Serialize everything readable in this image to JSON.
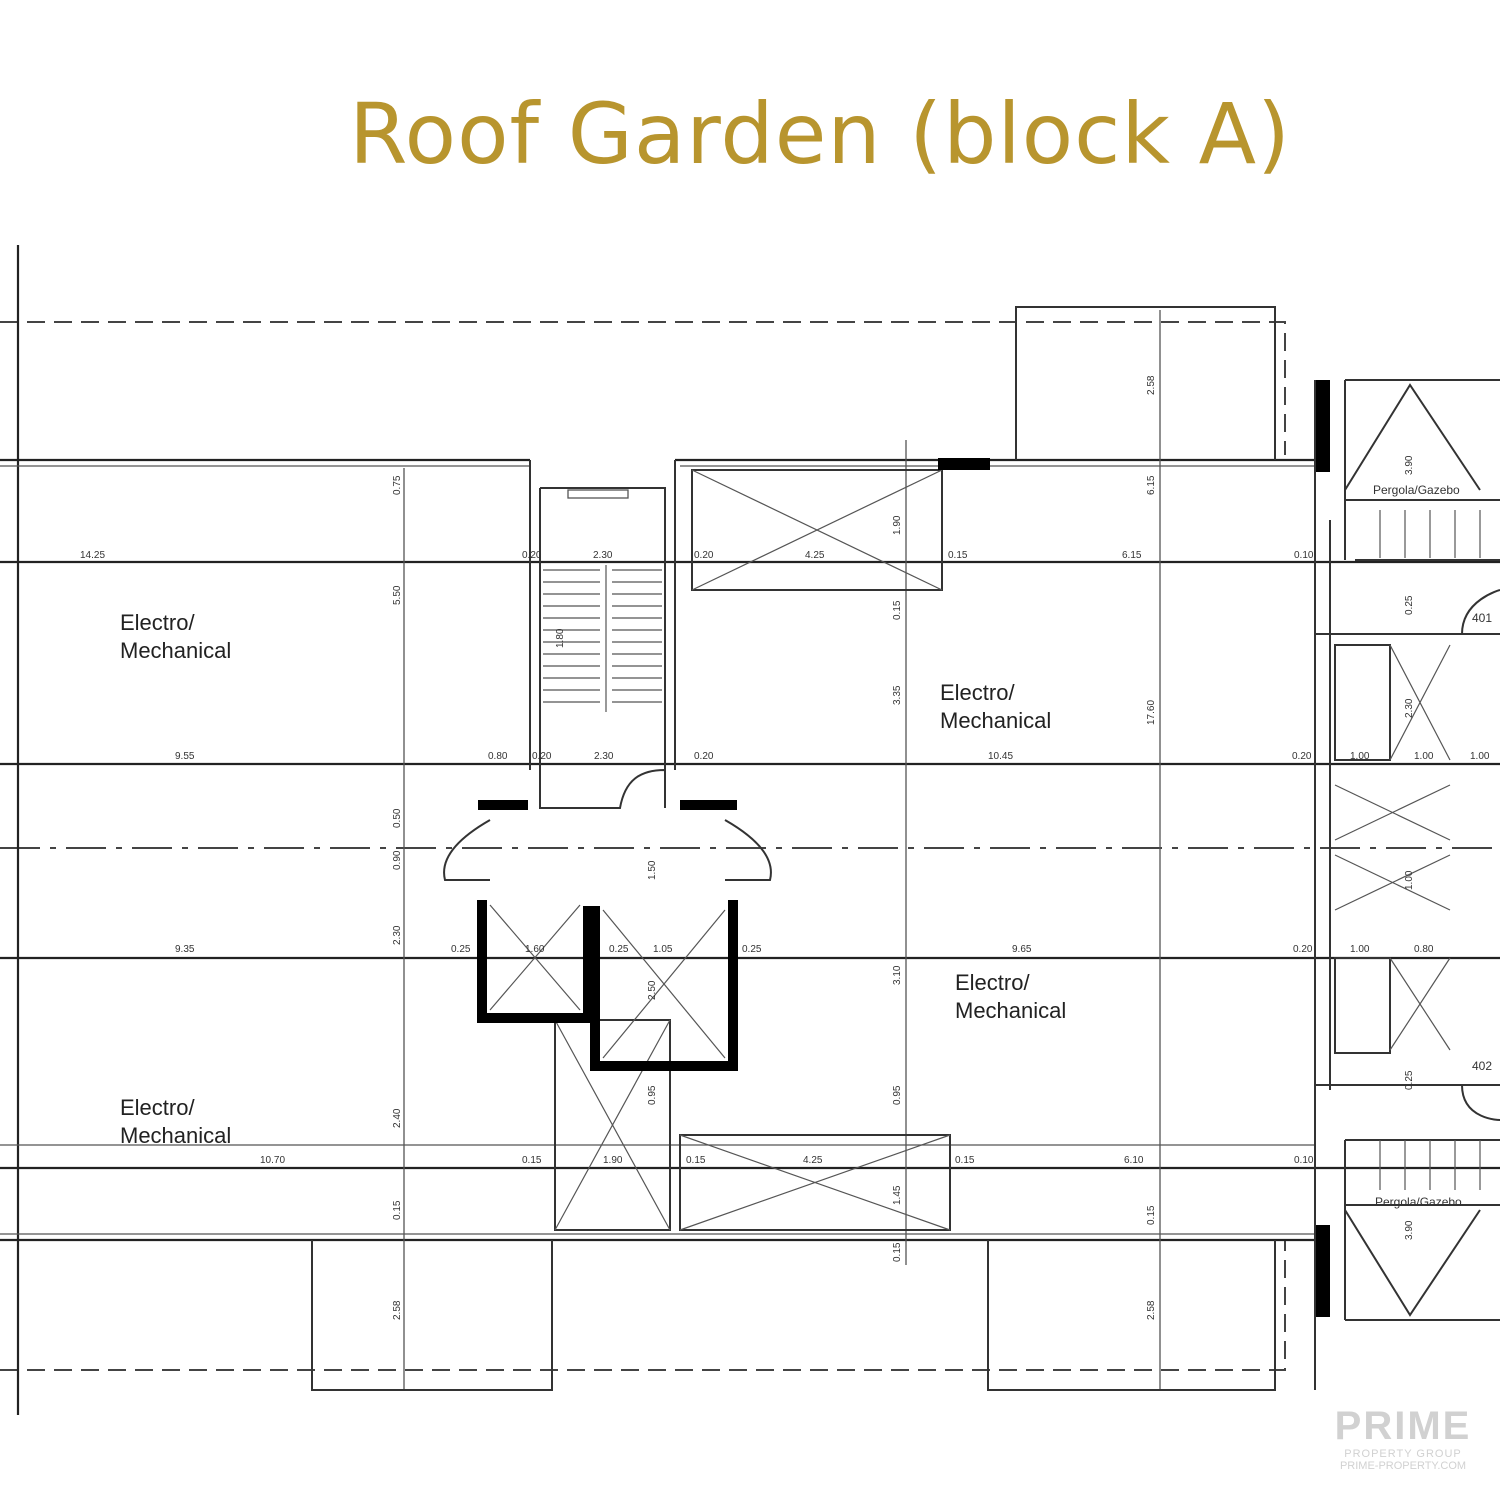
{
  "title": "Roof Garden (block A)",
  "colors": {
    "title": "#b8952e",
    "lines": "#333333",
    "walls": "#000000"
  },
  "rooms": {
    "em_top_left": [
      "Electro/",
      "Mechanical"
    ],
    "em_center_top": [
      "Electro/",
      "Mechanical"
    ],
    "em_center_bottom": [
      "Electro/",
      "Mechanical"
    ],
    "em_bottom_left": [
      "Electro/",
      "Mechanical"
    ],
    "pergola_top": "Pergola/Gazebo",
    "pergola_bottom": "Pergola/Gazebo",
    "unit_top": "401",
    "unit_bottom": "402"
  },
  "dimensions": {
    "row1": [
      "14.25",
      "0.20",
      "2.30",
      "0.20",
      "4.25",
      "0.15",
      "6.15",
      "0.10"
    ],
    "row2": [
      "9.55",
      "0.80",
      "0.20",
      "2.30",
      "0.20",
      "10.45",
      "0.20",
      "1.00",
      "1.00",
      "1.00"
    ],
    "row3": [
      "9.35",
      "0.25",
      "1.60",
      "0.25",
      "1.05",
      "0.25",
      "9.65",
      "0.20",
      "1.00",
      "0.80"
    ],
    "row4": [
      "10.70",
      "0.15",
      "1.90",
      "0.15",
      "4.25",
      "0.15",
      "6.10",
      "0.10"
    ],
    "vertical": [
      "0.75",
      "5.50",
      "0.50",
      "0.90",
      "2.30",
      "2.40",
      "0.15",
      "2.58",
      "2.58",
      "0.15",
      "6.15",
      "17.60",
      "0.15",
      "2.58",
      "3.35",
      "3.10",
      "0.95",
      "1.90",
      "1.45",
      "0.15",
      "2.30",
      "3.90",
      "3.90",
      "0.25",
      "0.25",
      "1.00",
      "2.50",
      "1.50",
      "0.95",
      "1.80"
    ]
  },
  "watermark": {
    "brand": "PRIME",
    "sub": "PROPERTY GROUP",
    "url": "PRIME-PROPERTY.COM"
  }
}
